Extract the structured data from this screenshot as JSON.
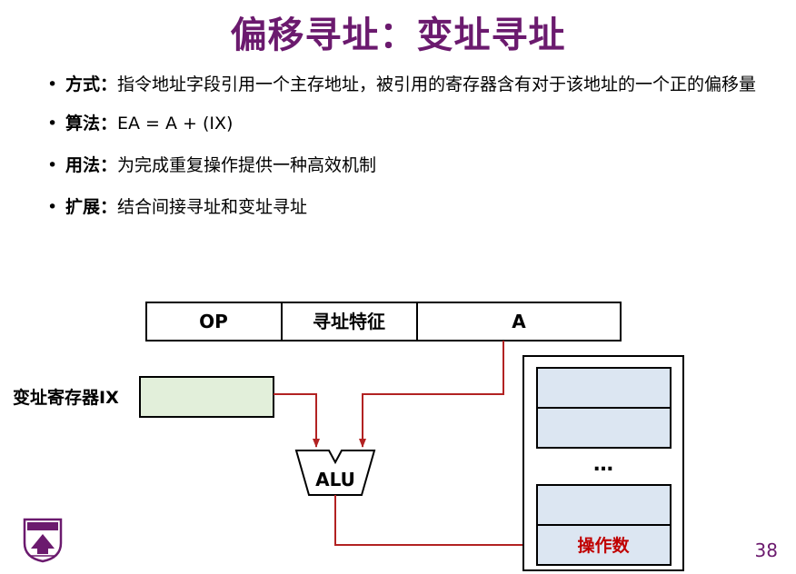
{
  "title": "偏移寻址：变址寻址",
  "bullets": [
    {
      "label": "方式：",
      "text": "指令地址字段引用一个主存地址，被引用的寄存器含有对于该地址的一个正的偏移量"
    },
    {
      "label": "算法：",
      "text": "EA = A + (IX)"
    },
    {
      "label": "用法：",
      "text": "为完成重复操作提供一种高效机制"
    },
    {
      "label": "扩展：",
      "text": "结合间接寻址和变址寻址"
    }
  ],
  "diagram": {
    "instruction_fields": [
      "OP",
      "寻址特征",
      "A"
    ],
    "register_label": "变址寄存器IX",
    "alu_label": "ALU",
    "memory_ellipsis": "…",
    "operand_label": "操作数"
  },
  "colors": {
    "title": "#6b1a6e",
    "arrow": "#b22222",
    "register_fill": "#e2efda",
    "memory_cell_fill": "#dce6f2",
    "operand_text": "#c00000"
  },
  "page_number": "38"
}
